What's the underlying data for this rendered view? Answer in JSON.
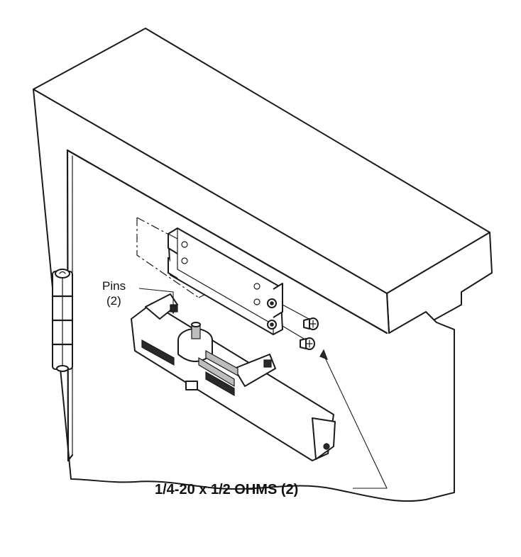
{
  "labels": {
    "pins_line1": "Pins",
    "pins_line2": "(2)",
    "screws": "1/4-20 x 1/2 OHMS (2)"
  },
  "icons": [
    "door-closer-icon",
    "mounting-plate-icon",
    "hinge-icon",
    "screw-icon"
  ]
}
